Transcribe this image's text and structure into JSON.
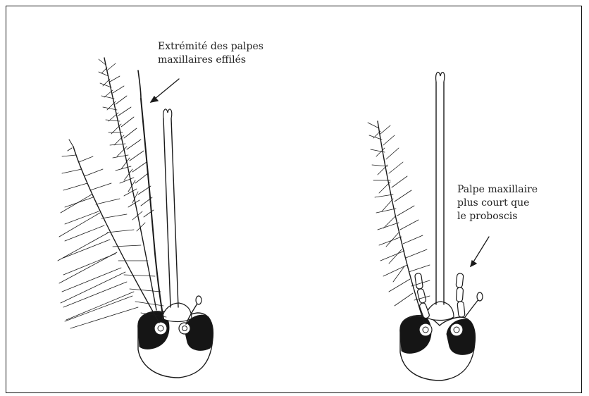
{
  "annotations": {
    "left": {
      "line1": "Extrémité des palpes",
      "line2": "maxillaires effilés"
    },
    "right": {
      "line1": "Palpe maxillaire",
      "line2": "plus court que",
      "line3": "le proboscis"
    }
  },
  "colors": {
    "ink": "#1a1a1a",
    "background": "#ffffff"
  }
}
